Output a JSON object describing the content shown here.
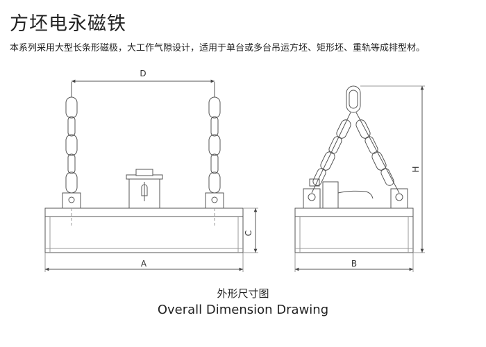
{
  "header": {
    "title": "方坯电永磁铁",
    "description": "本系列采用大型长条形磁极，大工作气隙设计，适用于单台或多台吊运方坯、矩形坯、重轨等成排型材。"
  },
  "drawing": {
    "front_view": {
      "dim_top": "D",
      "dim_bottom": "A",
      "dim_side": "C"
    },
    "side_view": {
      "dim_bottom": "B",
      "dim_side": "H"
    }
  },
  "caption": {
    "cn": "外形尺寸图",
    "en": "Overall Dimension Drawing"
  }
}
